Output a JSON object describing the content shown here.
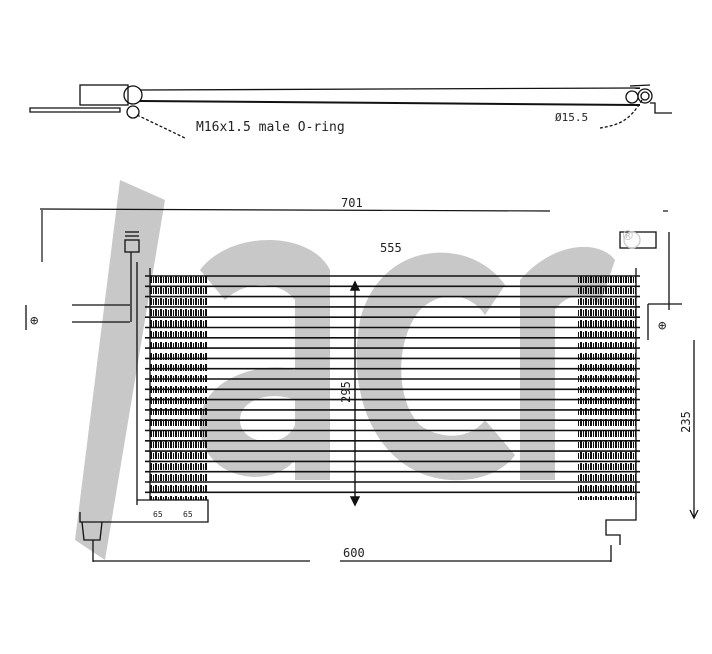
{
  "watermark": {
    "text": "acr",
    "registered_mark": "®",
    "color": "#c8c8c8"
  },
  "top_view": {
    "fitting_label": "M16x1.5 male O-ring",
    "diameter_label": "Ø15.5"
  },
  "dimensions": {
    "overall_width": "701",
    "core_width": "555",
    "core_height": "295",
    "side_height": "235",
    "bracket_spacing": "600",
    "bracket_left_a": "65",
    "bracket_left_b": "65"
  },
  "colors": {
    "line": "#111111",
    "background": "#ffffff",
    "watermark": "#c8c8c8"
  }
}
